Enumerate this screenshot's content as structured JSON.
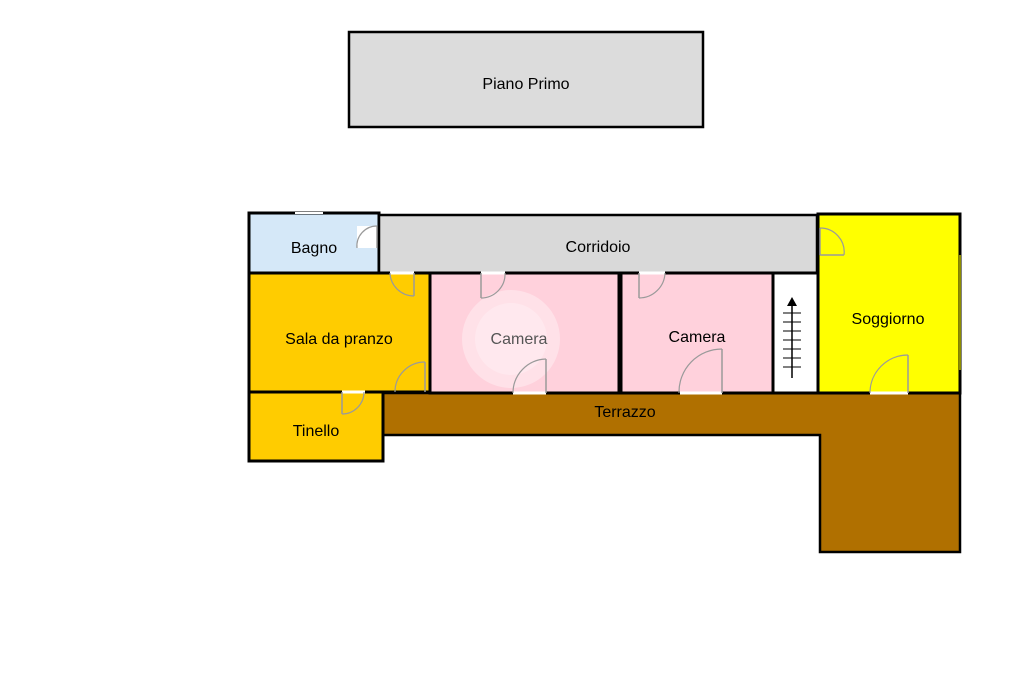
{
  "title": "Piano Primo",
  "rooms": {
    "bagno": "Bagno",
    "corridoio": "Corridoio",
    "soggiorno": "Soggiorno",
    "sala_da_pranzo": "Sala da pranzo",
    "camera_1": "Camera",
    "camera_2": "Camera",
    "tinello": "Tinello",
    "terrazzo": "Terrazzo"
  },
  "colors": {
    "title_box": "#dcdcdc",
    "bagno": "#d5e8f8",
    "corridoio": "#d9d9d9",
    "soggiorno": "#ffff00",
    "sala_da_pranzo": "#ffcc00",
    "tinello": "#ffcc00",
    "camera": "#ffd1dc",
    "terrazzo": "#b07000",
    "stairs": "#ffffff",
    "walls": "#000000"
  },
  "icons": {
    "stairs": "stairs-arrow-up-icon",
    "watermark": "circle-watermark-icon"
  }
}
